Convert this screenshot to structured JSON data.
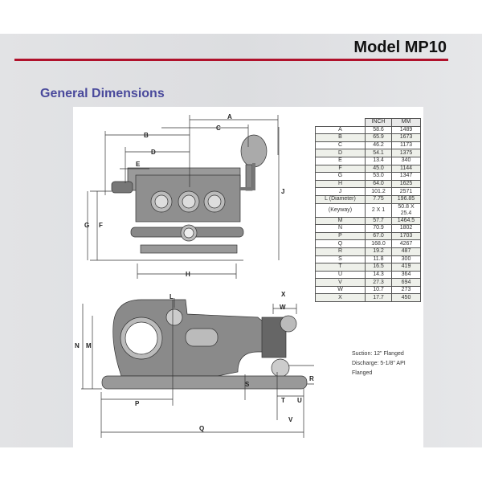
{
  "header": {
    "title": "Model MP10",
    "subtitle": "General Dimensions"
  },
  "table": {
    "headers": [
      "",
      "INCH",
      "MM"
    ],
    "rows": [
      [
        "A",
        "58.6",
        "1489"
      ],
      [
        "B",
        "65.9",
        "1673"
      ],
      [
        "C",
        "46.2",
        "1173"
      ],
      [
        "D",
        "54.1",
        "1375"
      ],
      [
        "E",
        "13.4",
        "340"
      ],
      [
        "F",
        "45.0",
        "1144"
      ],
      [
        "G",
        "53.0",
        "1347"
      ],
      [
        "H",
        "64.0",
        "1625"
      ],
      [
        "J",
        "101.2",
        "2571"
      ],
      [
        "L (Diameter)",
        "7.75",
        "196.85"
      ],
      [
        "(Keyway)",
        "2 X 1",
        "50.8 X 25.4"
      ],
      [
        "M",
        "57.7",
        "1464.5"
      ],
      [
        "N",
        "70.9",
        "1802"
      ],
      [
        "P",
        "67.0",
        "1703"
      ],
      [
        "Q",
        "168.0",
        "4267"
      ],
      [
        "R",
        "19.2",
        "487"
      ],
      [
        "S",
        "11.8",
        "300"
      ],
      [
        "T",
        "16.5",
        "419"
      ],
      [
        "U",
        "14.3",
        "364"
      ],
      [
        "V",
        "27.3",
        "694"
      ],
      [
        "W",
        "10.7",
        "273"
      ],
      [
        "X",
        "17.7",
        "450"
      ]
    ]
  },
  "notes": {
    "suction": "Suction:  12\" Flanged",
    "discharge": "Discharge:  5-1/8\" API Flanged"
  },
  "drawing": {
    "labels": {
      "A": "A",
      "B": "B",
      "C": "C",
      "D": "D",
      "E": "E",
      "F": "F",
      "G": "G",
      "H": "H",
      "J": "J",
      "L": "L",
      "M": "M",
      "N": "N",
      "P": "P",
      "Q": "Q",
      "R": "R",
      "S": "S",
      "T": "T",
      "U": "U",
      "V": "V",
      "W": "W",
      "X": "X"
    }
  }
}
